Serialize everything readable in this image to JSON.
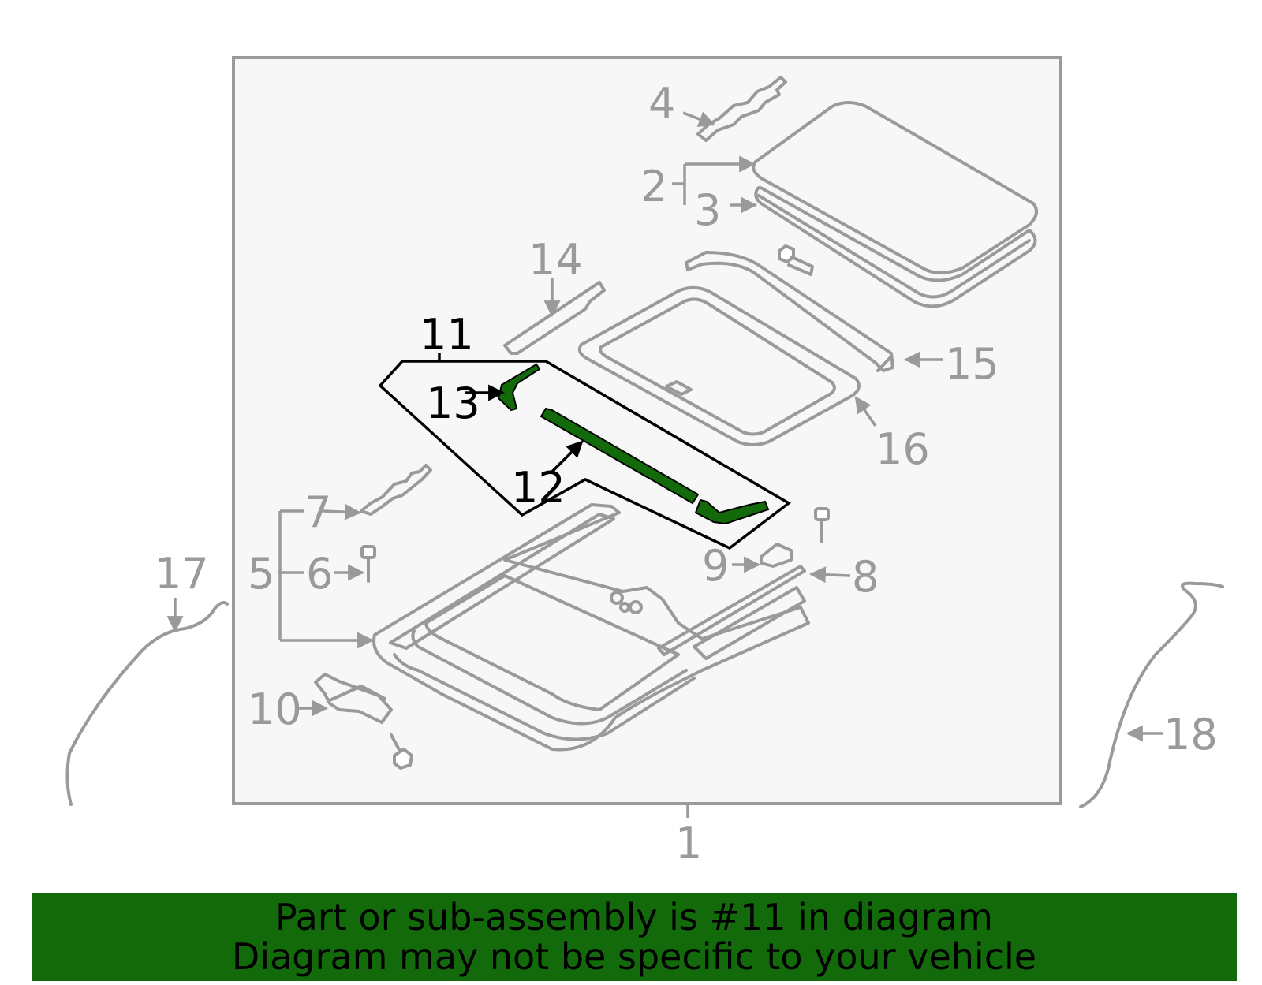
{
  "diagram": {
    "highlight_color": "#136a0a",
    "labels": {
      "l1": "1",
      "l2": "2",
      "l3": "3",
      "l4": "4",
      "l5": "5",
      "l6": "6",
      "l7": "7",
      "l8": "8",
      "l9": "9",
      "l10": "10",
      "l11": "11",
      "l12": "12",
      "l13": "13",
      "l14": "14",
      "l15": "15",
      "l16": "16",
      "l17": "17",
      "l18": "18"
    }
  },
  "footer": {
    "line1": "Part or sub-assembly is #11 in diagram",
    "line2": "Diagram may not be specific to your vehicle"
  }
}
